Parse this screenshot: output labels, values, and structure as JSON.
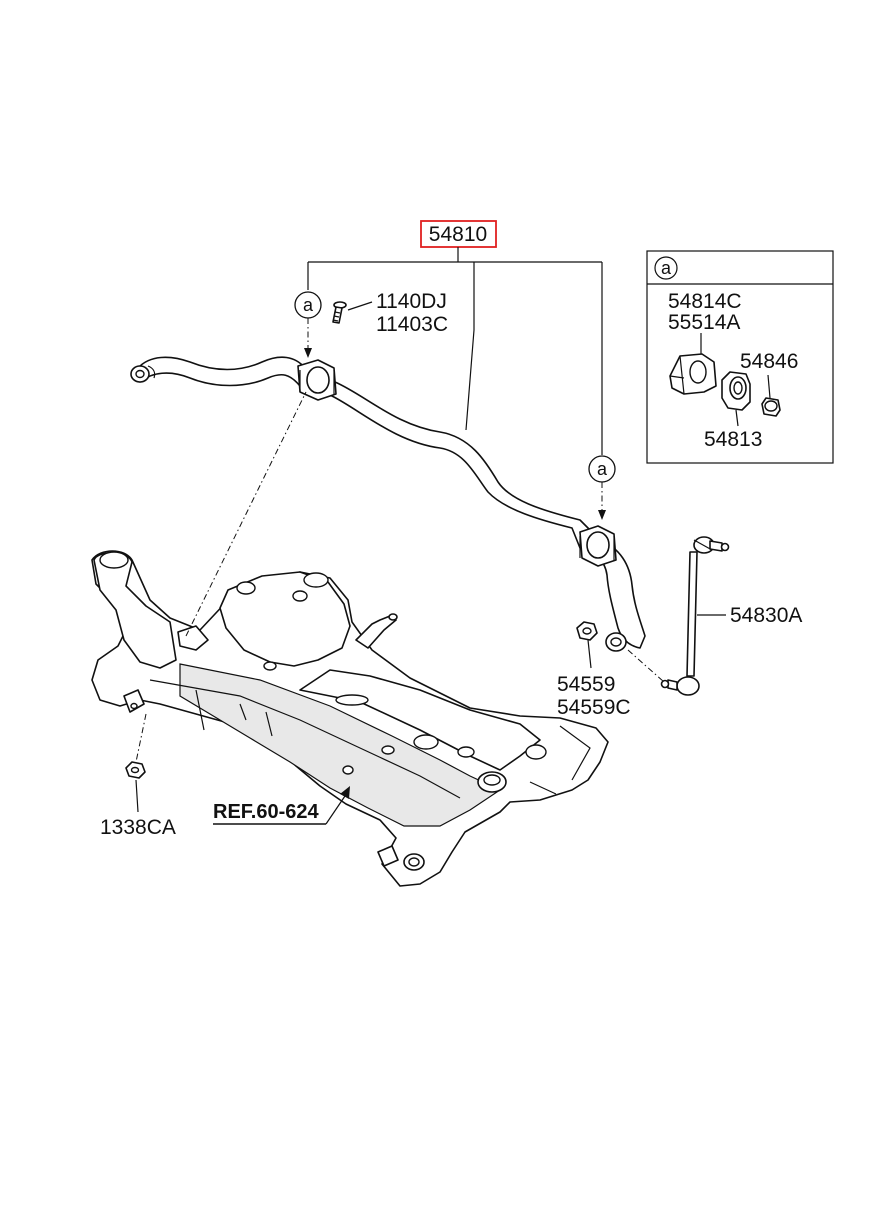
{
  "main_part": {
    "number": "54810",
    "highlight_color": "#e02020"
  },
  "detail_box": {
    "marker": "a",
    "parts": [
      "54814C",
      "55514A",
      "54846",
      "54813"
    ]
  },
  "markers": [
    "a",
    "a"
  ],
  "labels": {
    "bolt_1": "1140DJ",
    "bolt_2": "11403C",
    "link": "54830A",
    "nut_1": "54559",
    "nut_2": "54559C",
    "subframe_nut": "1338CA",
    "reference": "REF.60-624"
  }
}
